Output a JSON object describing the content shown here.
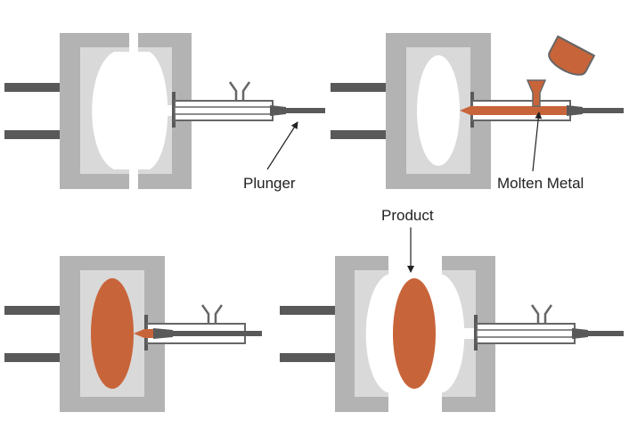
{
  "colors": {
    "die_outer": "#b3b3b3",
    "die_inner": "#d9d9d9",
    "cavity": "#ffffff",
    "rod": "#595959",
    "metal": "#c8643a",
    "outline": "#666666",
    "arrow": "#222222"
  },
  "labels": {
    "plunger": "Plunger",
    "molten_metal": "Molten Metal",
    "product": "Product"
  }
}
